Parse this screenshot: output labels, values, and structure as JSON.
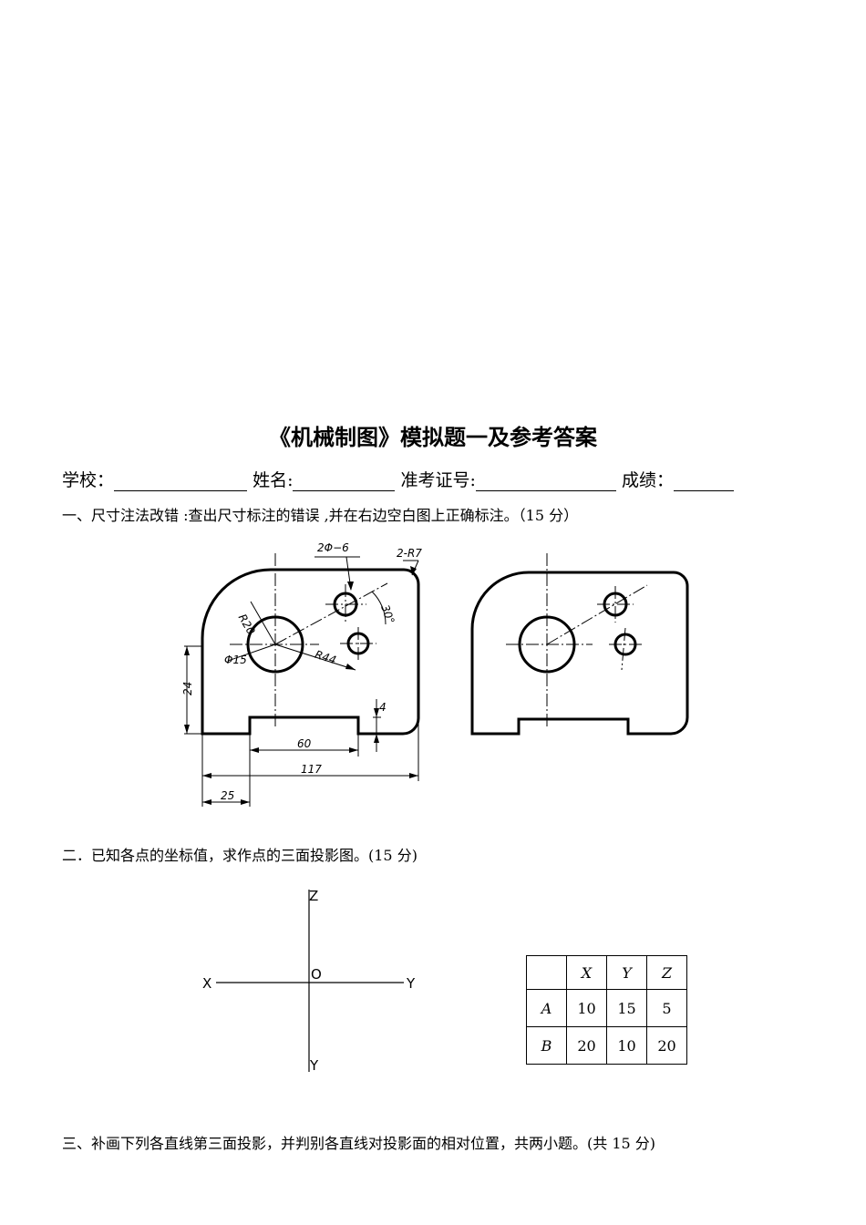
{
  "title": "《机械制图》模拟题一及参考答案",
  "info": {
    "school_label": "学校：",
    "name_label": "姓名:",
    "exam_id_label": "准考证号:",
    "score_label": "成绩："
  },
  "q1": {
    "text": "一、尺寸注法改错 :查出尺寸标注的错误 ,并在右边空白图上正确标注。（15 分）",
    "labels": {
      "holes": "2Φ−6",
      "corner": "2-R7",
      "angle": "30°",
      "r20": "R20",
      "d15": "Φ15",
      "r44": "R44",
      "h24": "24",
      "h4": "4",
      "w60": "60",
      "w117": "117",
      "w25": "25"
    }
  },
  "q2": {
    "text": "二．已知各点的坐标值，求作点的三面投影图。(15 分)",
    "axes": {
      "z": "Z",
      "x": "X",
      "o": "O",
      "y_right": "Y",
      "y_down": "Y"
    },
    "table": {
      "headers": [
        "",
        "X",
        "Y",
        "Z"
      ],
      "rows": [
        [
          "A",
          "10",
          "15",
          "5"
        ],
        [
          "B",
          "20",
          "10",
          "20"
        ]
      ]
    }
  },
  "q3": {
    "text": "三、补画下列各直线第三面投影，并判别各直线对投影面的相对位置，共两小题。(共 15 分)"
  }
}
